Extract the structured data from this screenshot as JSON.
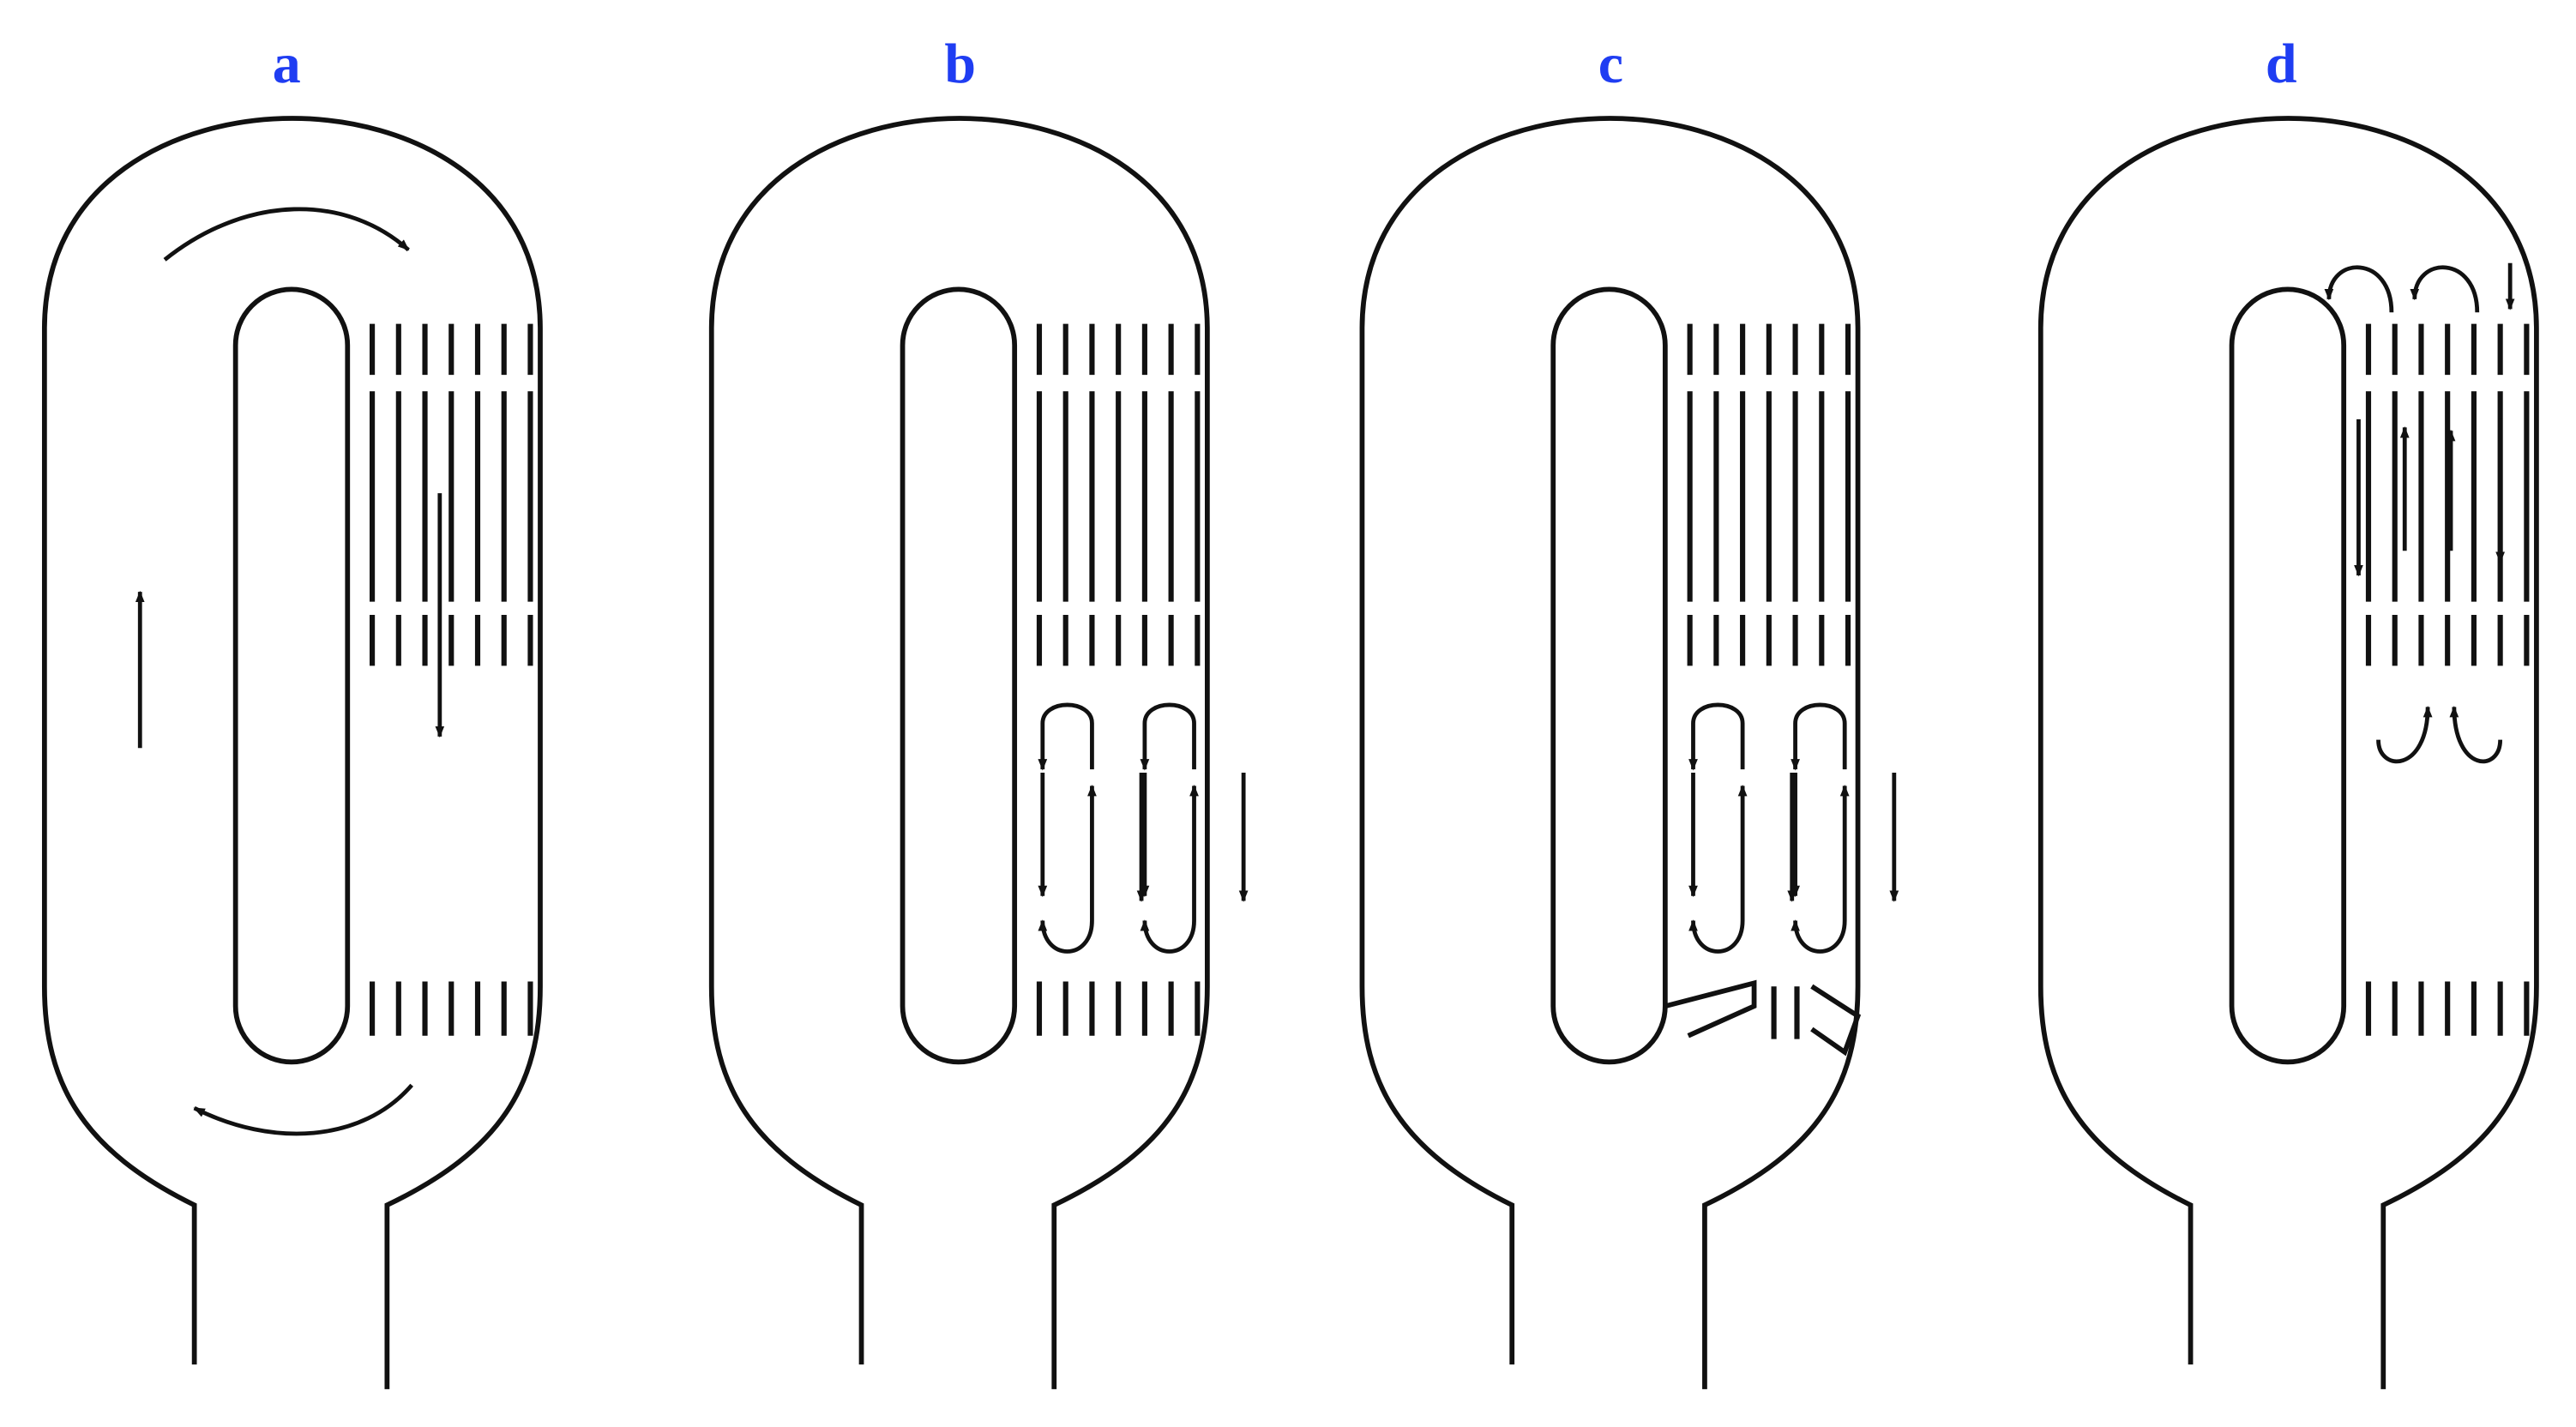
{
  "panels": [
    {
      "label": "a"
    },
    {
      "label": "b"
    },
    {
      "label": "c"
    },
    {
      "label": "d"
    }
  ],
  "colors": {
    "label": "#1f3df2",
    "line": "#111111"
  }
}
